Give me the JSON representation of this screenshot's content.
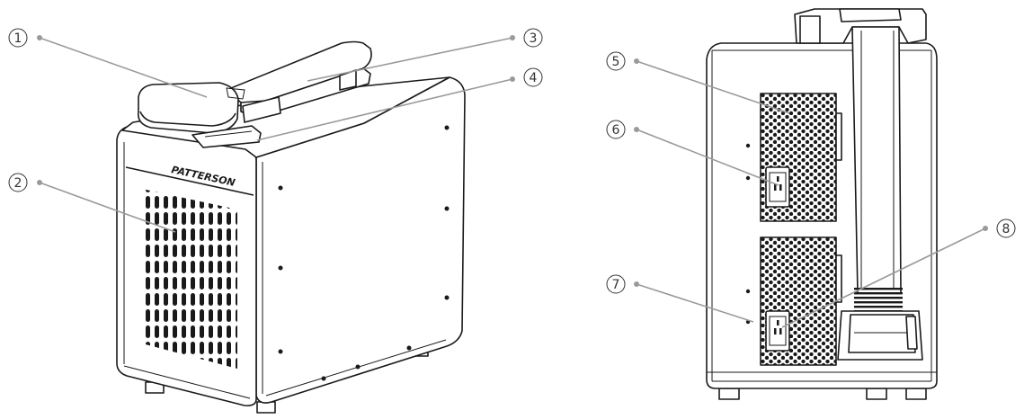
{
  "figure": {
    "logo_text": "PATTERSON",
    "callouts": [
      {
        "id": "callout-1",
        "label": "1"
      },
      {
        "id": "callout-2",
        "label": "2"
      },
      {
        "id": "callout-3",
        "label": "3"
      },
      {
        "id": "callout-4",
        "label": "4"
      },
      {
        "id": "callout-5",
        "label": "5"
      },
      {
        "id": "callout-6",
        "label": "6"
      },
      {
        "id": "callout-7",
        "label": "7"
      },
      {
        "id": "callout-8",
        "label": "8"
      }
    ]
  },
  "colors": {
    "line": "#1a1a1a",
    "leader": "#9a9a9a",
    "label": "#333333",
    "background": "#ffffff"
  }
}
